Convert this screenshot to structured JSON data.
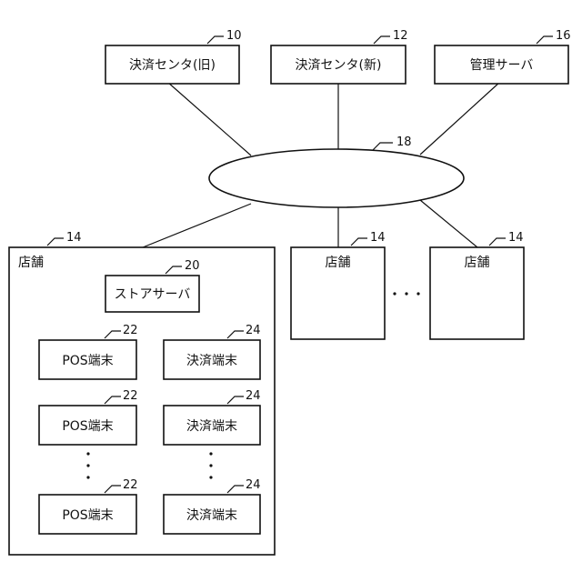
{
  "nodes": {
    "settlement_center_old": {
      "label": "決済センタ(旧)",
      "ref": "10"
    },
    "settlement_center_new": {
      "label": "決済センタ(新)",
      "ref": "12"
    },
    "management_server": {
      "label": "管理サーバ",
      "ref": "16"
    },
    "network": {
      "ref": "18"
    },
    "store_main": {
      "label": "店舗",
      "ref": "14"
    },
    "store_2": {
      "label": "店舗",
      "ref": "14"
    },
    "store_3": {
      "label": "店舗",
      "ref": "14"
    },
    "store_server": {
      "label": "ストアサーバ",
      "ref": "20"
    },
    "pos_terminals": [
      {
        "label": "POS端末",
        "ref": "22"
      },
      {
        "label": "POS端末",
        "ref": "22"
      },
      {
        "label": "POS端末",
        "ref": "22"
      }
    ],
    "payment_terminals": [
      {
        "label": "決済端末",
        "ref": "24"
      },
      {
        "label": "決済端末",
        "ref": "24"
      },
      {
        "label": "決済端末",
        "ref": "24"
      }
    ]
  },
  "ellipsis": {
    "horizontal": "・・・",
    "vertical": "・"
  }
}
